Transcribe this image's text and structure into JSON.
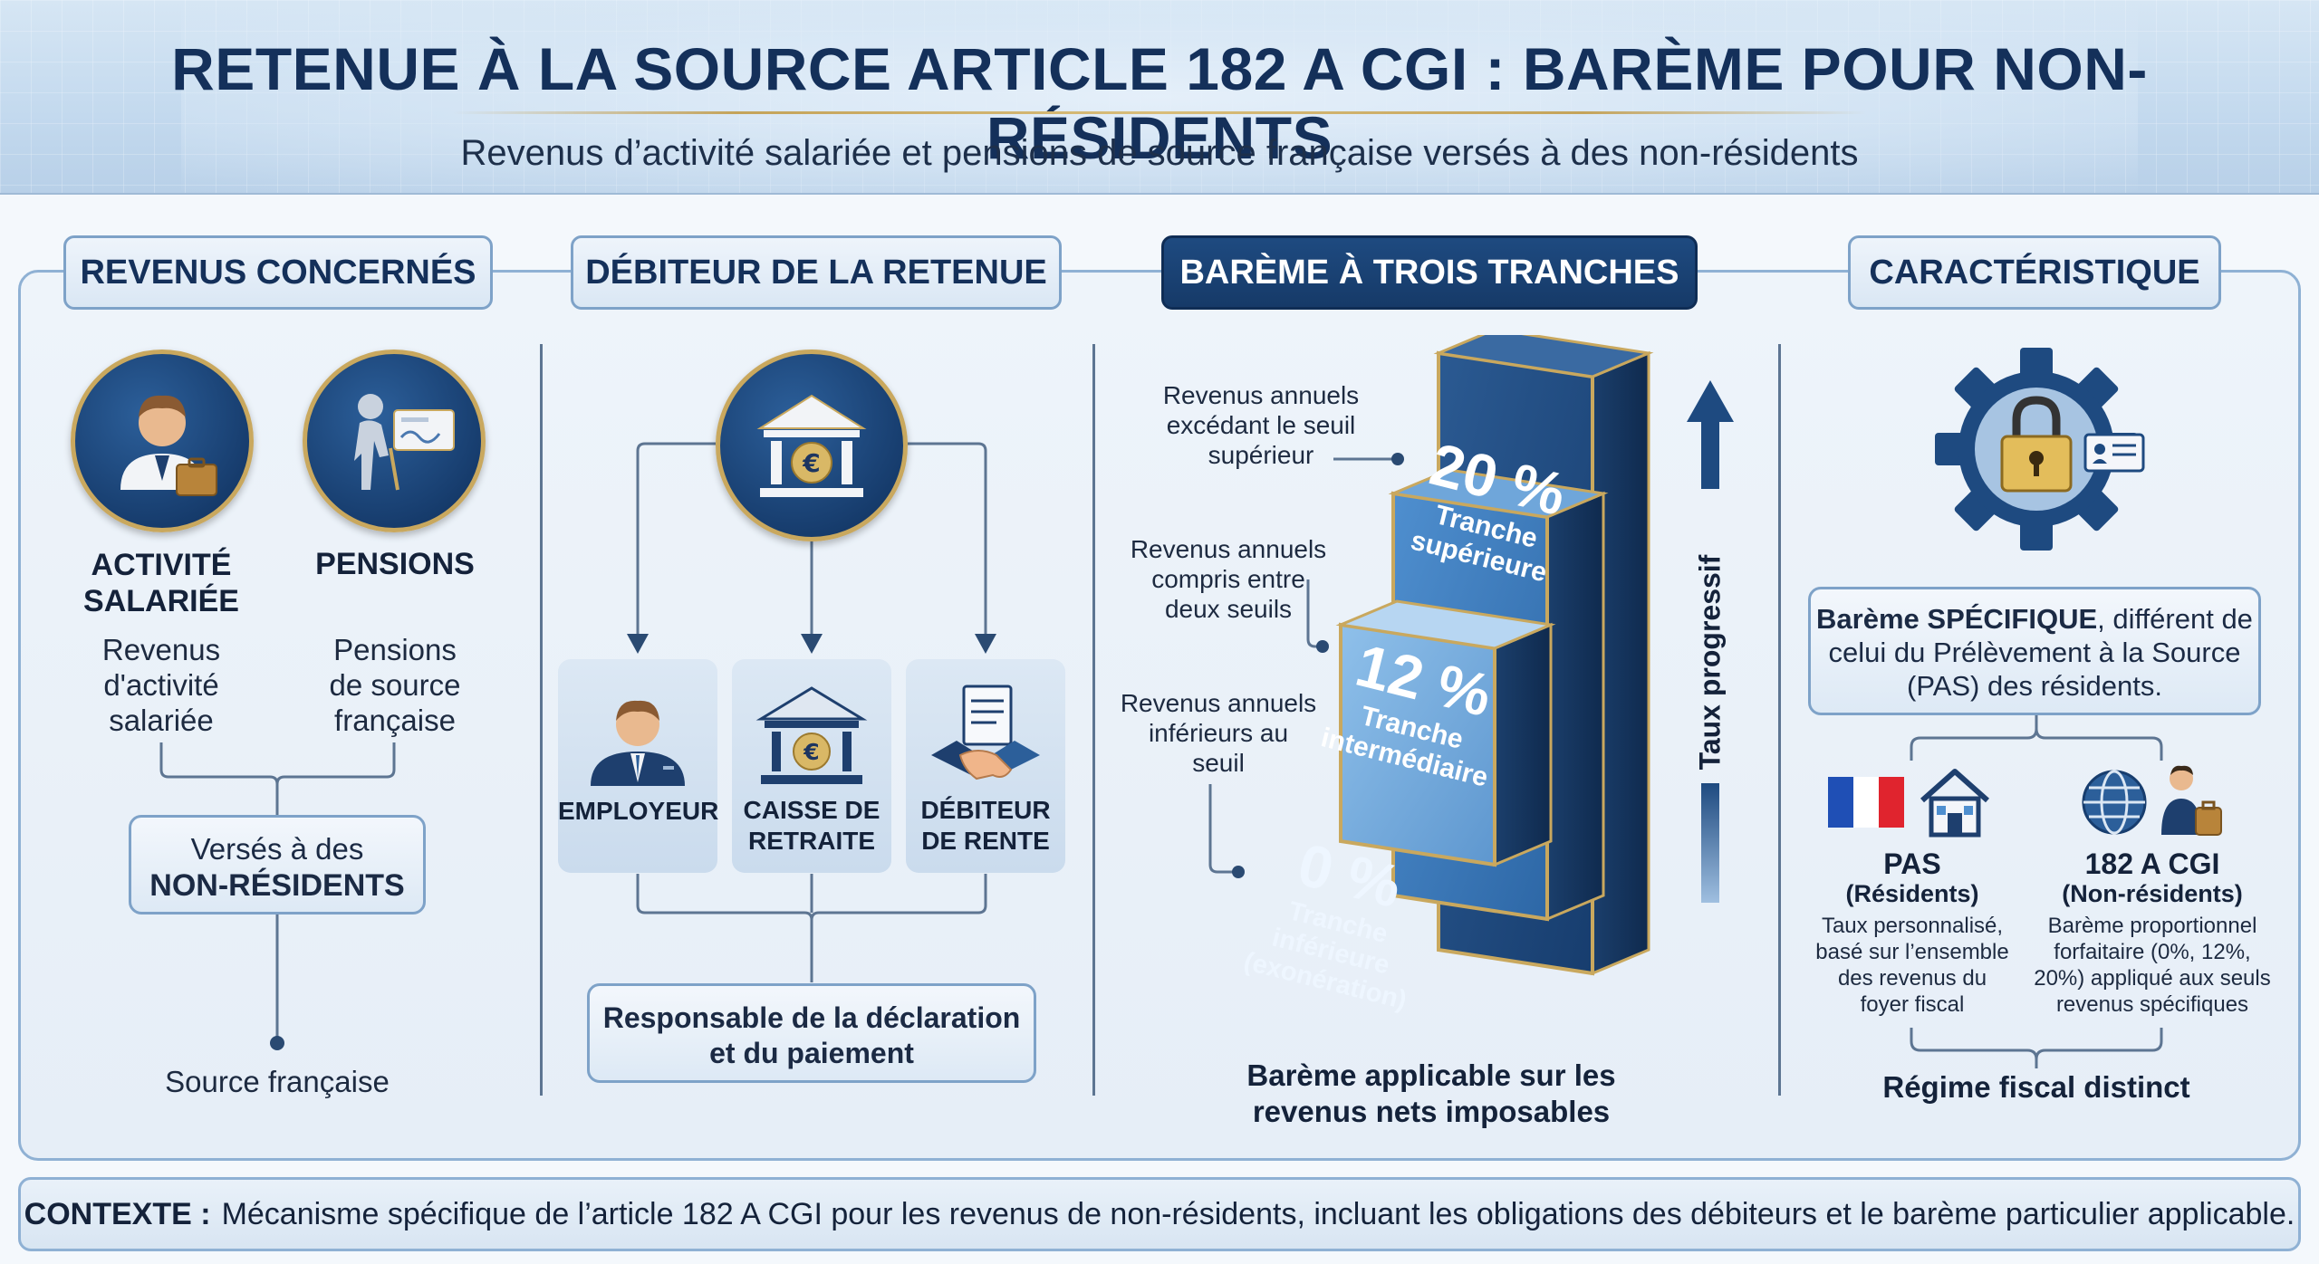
{
  "header": {
    "title": "RETENUE À LA SOURCE ARTICLE 182 A CGI : BARÈME POUR NON-RÉSIDENTS",
    "subtitle": "Revenus d’activité salariée et pensions de source française versés à des non-résidents"
  },
  "section1": {
    "heading": "REVENUS CONCERNÉS",
    "item1_title": "ACTIVITÉ SALARIÉE",
    "item1_title_l1": "ACTIVITÉ",
    "item1_title_l2": "SALARIÉE",
    "item1_desc_l1": "Revenus",
    "item1_desc_l2": "d'activité",
    "item1_desc_l3": "salariée",
    "item2_title": "PENSIONS",
    "item2_desc_l1": "Pensions",
    "item2_desc_l2": "de source",
    "item2_desc_l3": "française",
    "box_l1": "Versés à des",
    "box_l2": "NON-RÉSIDENTS",
    "source": "Source française"
  },
  "section2": {
    "heading": "DÉBITEUR DE LA RETENUE",
    "card1": "EMPLOYEUR",
    "card2_l1": "CAISSE DE",
    "card2_l2": "RETRAITE",
    "card3_l1": "DÉBITEUR",
    "card3_l2": "DE RENTE",
    "box_l1": "Responsable de la déclaration",
    "box_l2": "et du paiement"
  },
  "section3": {
    "heading": "BARÈME À TROIS TRANCHES",
    "tiers": [
      {
        "rate": "0 %",
        "name_l1": "Tranche",
        "name_l2": "inférieure",
        "name_l3": "(exonération)",
        "desc_l1": "Revenus annuels",
        "desc_l2": "inférieurs au",
        "desc_l3": "seuil",
        "value": 0
      },
      {
        "rate": "12 %",
        "name_l1": "Tranche",
        "name_l2": "intermédiaire",
        "desc_l1": "Revenus annuels",
        "desc_l2": "compris entre",
        "desc_l3": "deux seuils",
        "value": 12
      },
      {
        "rate": "20 %",
        "name_l1": "Tranche",
        "name_l2": "supérieure",
        "desc_l1": "Revenus annuels",
        "desc_l2": "excédant le seuil",
        "desc_l3": "supérieur",
        "value": 20
      }
    ],
    "arrow_label": "Taux progressif",
    "caption_l1": "Barème applicable sur les",
    "caption_l2": "revenus nets imposables"
  },
  "section4": {
    "heading": "CARACTÉRISTIQUE",
    "box_bold": "Barème SPÉCIFIQUE",
    "box_rest_l1": ", différent de",
    "box_l2": "celui du Prélèvement à la Source",
    "box_l3": "(PAS) des résidents.",
    "left_title": "PAS",
    "left_sub": "(Résidents)",
    "left_desc_l1": "Taux personnalisé,",
    "left_desc_l2": "basé sur l’ensemble",
    "left_desc_l3": "des revenus du",
    "left_desc_l4": "foyer fiscal",
    "right_title": "182 A CGI",
    "right_sub": "(Non-résidents)",
    "right_desc_l1": "Barème proportionnel",
    "right_desc_l2": "forfaitaire (0%, 12%,",
    "right_desc_l3": "20%) appliqué aux seuls",
    "right_desc_l4": "revenus spécifiques",
    "bottom": "Régime fiscal distinct"
  },
  "footer": {
    "label": "CONTEXTE :",
    "text": "Mécanisme spécifique de l’article 182 A CGI pour les revenus de non-résidents, incluant les obligations des débiteurs et le barème particulier applicable."
  },
  "colors": {
    "navy": "#14305a",
    "gold": "#c9a85e",
    "accent_blue": "#1e4a80",
    "flag_blue": "#1f4fb5",
    "flag_red": "#e0242e"
  }
}
